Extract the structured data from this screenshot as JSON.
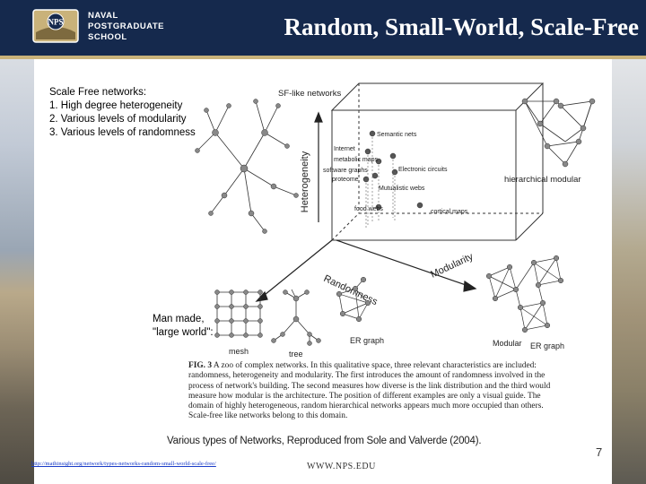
{
  "header": {
    "school_lines": [
      "NAVAL",
      "POSTGRADUATE",
      "SCHOOL"
    ],
    "logo_text": "NPS",
    "title": "Random, Small-World, Scale-Free",
    "colors": {
      "navy": "#15294d",
      "gold": "#c9b27a"
    }
  },
  "notes": {
    "heading": "Scale Free networks:",
    "items": [
      "1.  High degree heterogeneity",
      "2.  Various levels of modularity",
      "3.  Various levels of randomness"
    ]
  },
  "annotation": {
    "line1": "Man made,",
    "line2": "\"large world\":"
  },
  "figure": {
    "sf_label": "SF-like networks",
    "axis_y": "Heterogeneity",
    "axis_random": "Randomness",
    "axis_mod": "Modularity",
    "points": [
      "Semantic nets",
      "Internet",
      "metabolic maps",
      "software graphs",
      "proteome",
      "Electronic circuits",
      "Mutualistic webs",
      "food webs",
      "cortical maps"
    ],
    "hier_label": "hierarchical modular",
    "mesh_label": "mesh",
    "tree_label": "tree",
    "er_label": "ER graph",
    "mod_er_label_a": "Modular",
    "mod_er_label_b": "ER graph"
  },
  "caption": {
    "fig_no": "FIG. 3",
    "lines": [
      "A zoo of complex networks. In this qualitative space, three relevant characteristics are included:",
      "randomness, heterogeneity and modularity. The first introduces the amount of randomness involved in the",
      "process of network's building. The second measures how diverse is the link distribution and the third would",
      "measure how modular is the architecture. The position of different examples are only a visual guide. The",
      "domain of highly heterogeneous, random hierarchical networks appears much more occupied than others.",
      "Scale-free like networks belong to this domain."
    ]
  },
  "credit": "Various types of Networks, Reproduced from Sole and Valverde (2004).",
  "page_number": "7",
  "footer": {
    "url": "http://mathinsight.org/network/types-networks-random-small-world-scale-free/",
    "website": "WWW.NPS.EDU"
  }
}
